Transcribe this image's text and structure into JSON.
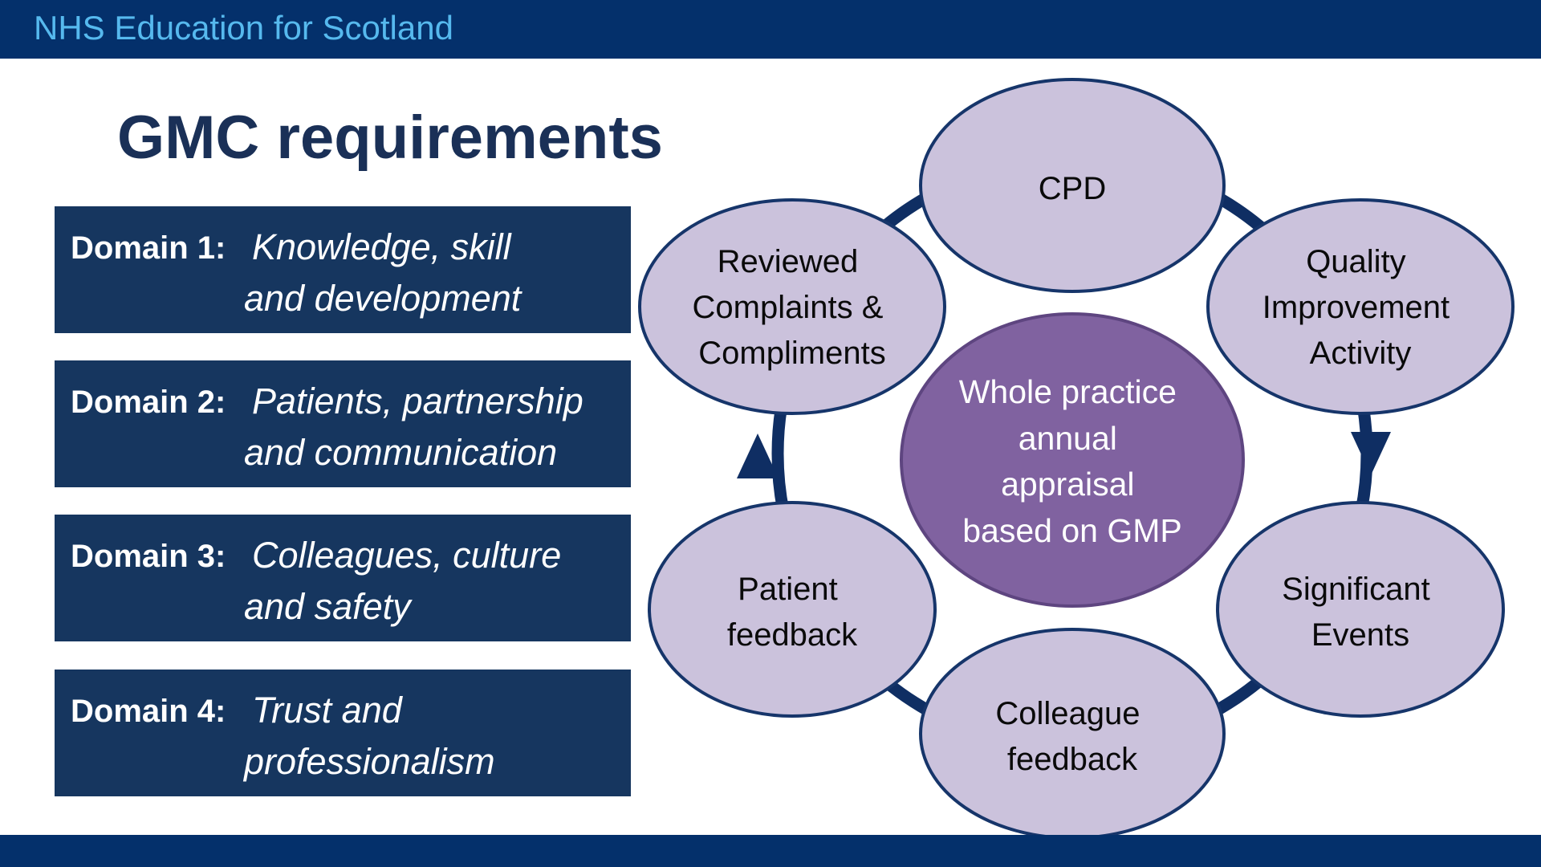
{
  "header": {
    "org_name": "NHS Education for Scotland"
  },
  "title": "GMC requirements",
  "domains": [
    {
      "label": "Domain 1:",
      "line1": "Knowledge, skill",
      "line2": "and development"
    },
    {
      "label": "Domain 2:",
      "line1": "Patients, partnership",
      "line2": "and communication"
    },
    {
      "label": "Domain 3:",
      "line1": "Colleagues, culture",
      "line2": "and safety"
    },
    {
      "label": "Domain 4:",
      "line1": "Trust and",
      "line2": "professionalism"
    }
  ],
  "cycle": {
    "center": {
      "lines": [
        "Whole practice",
        "annual",
        "appraisal",
        "based on GMP"
      ]
    },
    "nodes": [
      {
        "name": "cpd",
        "lines": [
          "CPD"
        ]
      },
      {
        "name": "quality-improvement",
        "lines": [
          "Quality",
          "Improvement",
          "Activity"
        ]
      },
      {
        "name": "significant-events",
        "lines": [
          "Significant",
          "Events"
        ]
      },
      {
        "name": "colleague-feedback",
        "lines": [
          "Colleague",
          "feedback"
        ]
      },
      {
        "name": "patient-feedback",
        "lines": [
          "Patient",
          "feedback"
        ]
      },
      {
        "name": "complaints-compliments",
        "lines": [
          "Reviewed",
          "Complaints &",
          "Compliments"
        ]
      }
    ]
  },
  "colors": {
    "header_bg": "#04306b",
    "header_text": "#56b9ee",
    "title_text": "#1a3057",
    "domain_bg": "#16365f",
    "node_fill": "#cbc2dc",
    "node_stroke": "#16356a",
    "center_fill": "#8062a0",
    "center_stroke": "#5e4580",
    "cycle_line": "#0f2e63"
  }
}
